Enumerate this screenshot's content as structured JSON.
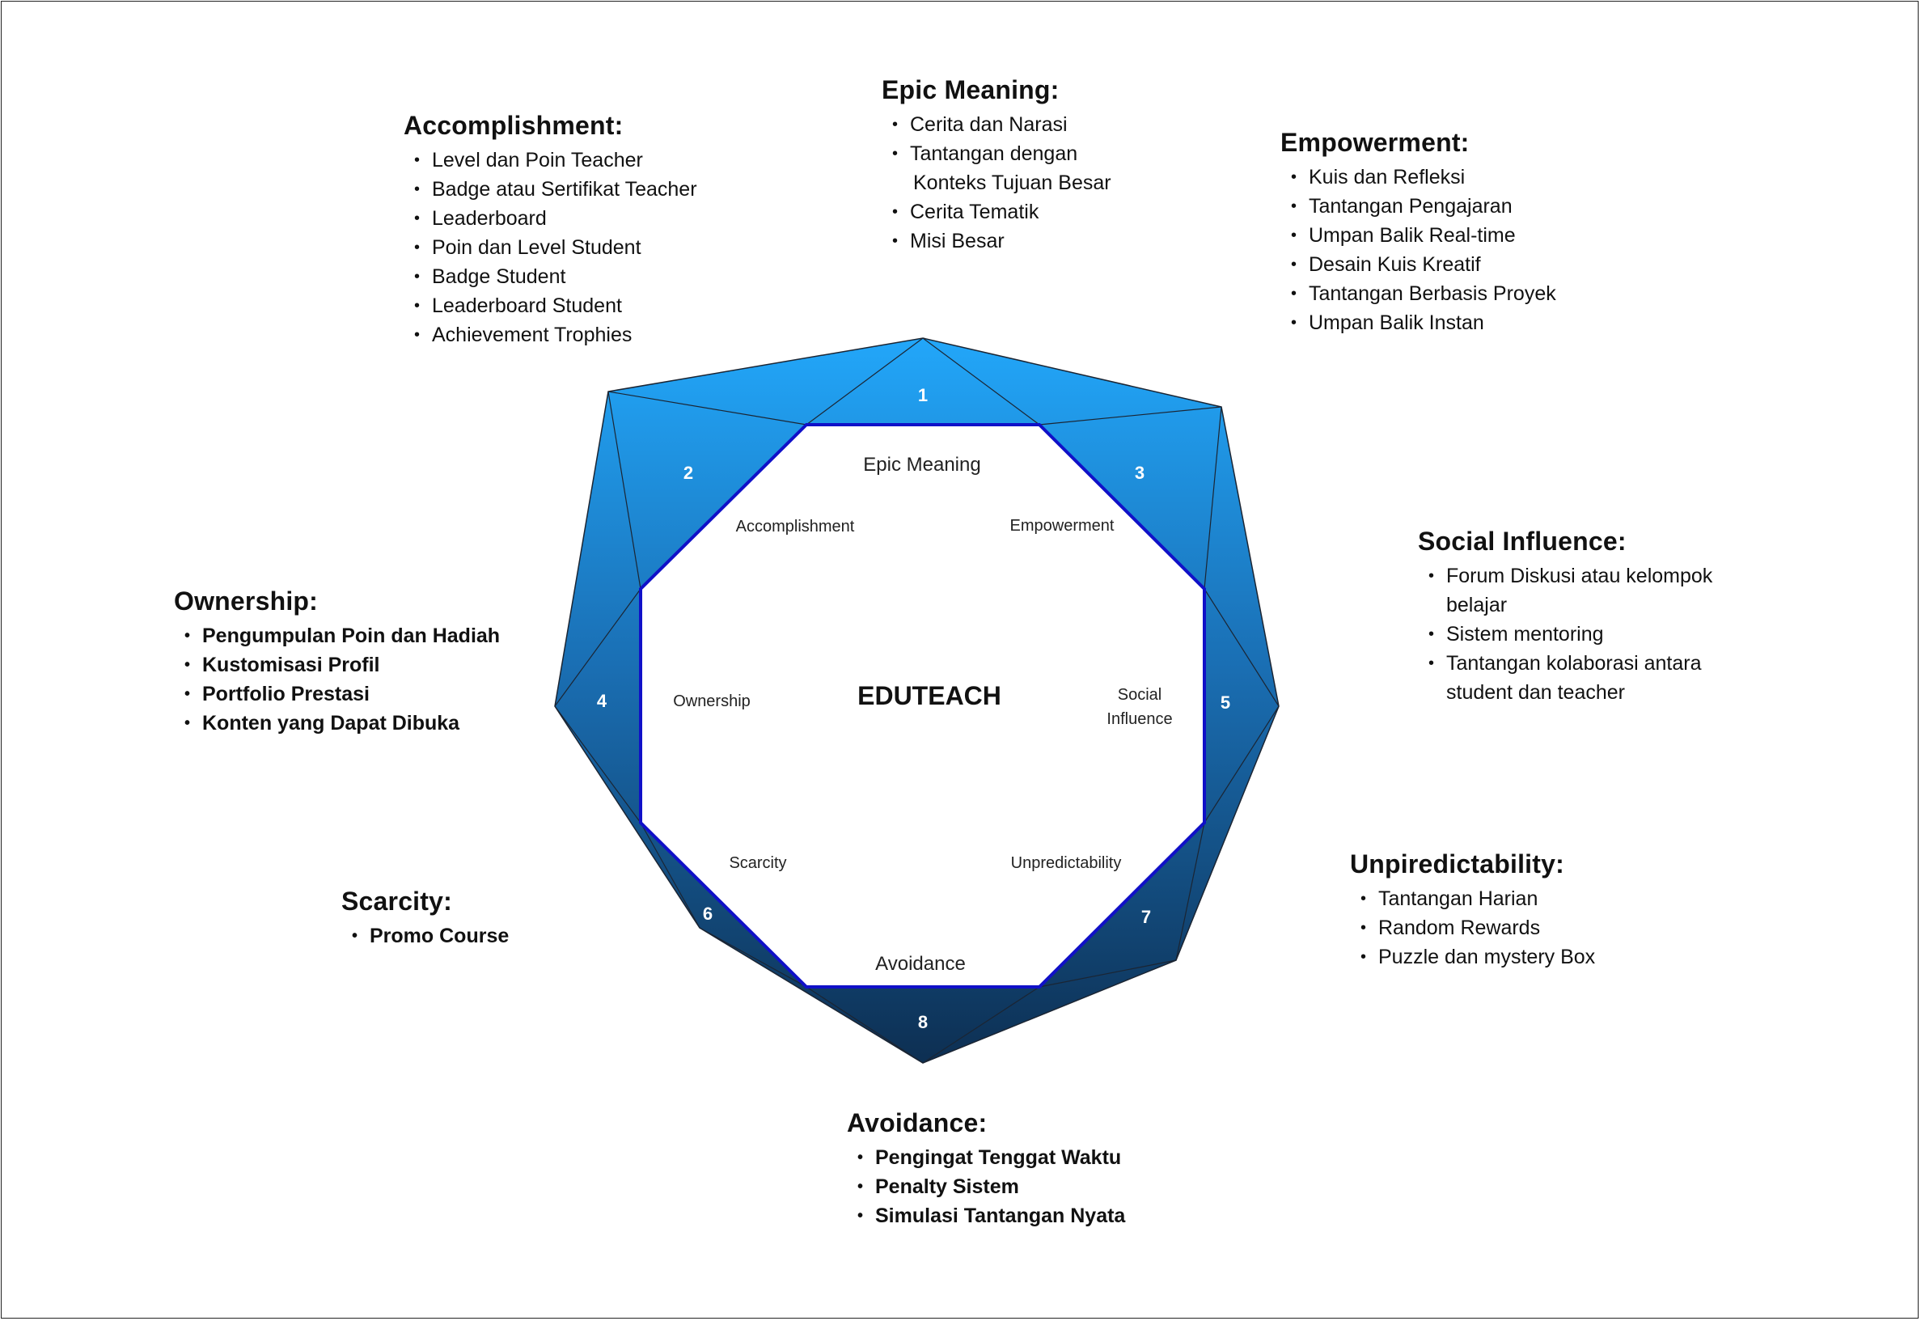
{
  "center_title": "EDUTEACH",
  "colors": {
    "top": "#22a7fa",
    "bottom": "#0d2f52",
    "outline": "#1010c8"
  },
  "segments": [
    {
      "num": "1",
      "label": "Epic Meaning"
    },
    {
      "num": "2",
      "label": "Accomplishment"
    },
    {
      "num": "3",
      "label": "Empowerment"
    },
    {
      "num": "4",
      "label": "Ownership"
    },
    {
      "num": "5",
      "label": "Social Influence",
      "label_lines": [
        "Social",
        "Influence"
      ]
    },
    {
      "num": "6",
      "label": "Scarcity"
    },
    {
      "num": "7",
      "label": "Unpredictability"
    },
    {
      "num": "8",
      "label": "Avoidance"
    }
  ],
  "cards": {
    "epic_meaning": {
      "title": "Epic Meaning:",
      "items": [
        "Cerita dan Narasi",
        "Tantangan dengan",
        "Konteks Tujuan Besar",
        "Cerita Tematik",
        "Misi Besar"
      ]
    },
    "accomplishment": {
      "title": "Accomplishment:",
      "items": [
        "Level dan Poin Teacher",
        "Badge atau Sertifikat Teacher",
        "Leaderboard",
        "Poin dan Level Student",
        "Badge Student",
        "Leaderboard Student",
        "Achievement Trophies"
      ]
    },
    "empowerment": {
      "title": "Empowerment:",
      "items": [
        "Kuis dan Refleksi",
        "Tantangan Pengajaran",
        "Umpan Balik Real-time",
        "Desain Kuis Kreatif",
        "Tantangan Berbasis Proyek",
        "Umpan Balik Instan"
      ]
    },
    "social_influence": {
      "title": "Social Influence:",
      "items": [
        "Forum Diskusi atau kelompok",
        "belajar",
        "Sistem mentoring",
        "Tantangan kolaborasi antara",
        "student dan teacher"
      ]
    },
    "ownership": {
      "title": "Ownership:",
      "items": [
        "Pengumpulan Poin dan Hadiah",
        "Kustomisasi Profil",
        "Portfolio Prestasi",
        "Konten yang Dapat Dibuka"
      ]
    },
    "unpredictability": {
      "title": "Unpiredictability:",
      "items": [
        "Tantangan Harian",
        "Random Rewards",
        "Puzzle dan mystery Box"
      ]
    },
    "scarcity": {
      "title": "Scarcity:",
      "items": [
        "Promo Course"
      ]
    },
    "avoidance": {
      "title": "Avoidance:",
      "items": [
        "Pengingat Tenggat Waktu",
        "Penalty Sistem",
        "Simulasi Tantangan Nyata"
      ]
    }
  }
}
